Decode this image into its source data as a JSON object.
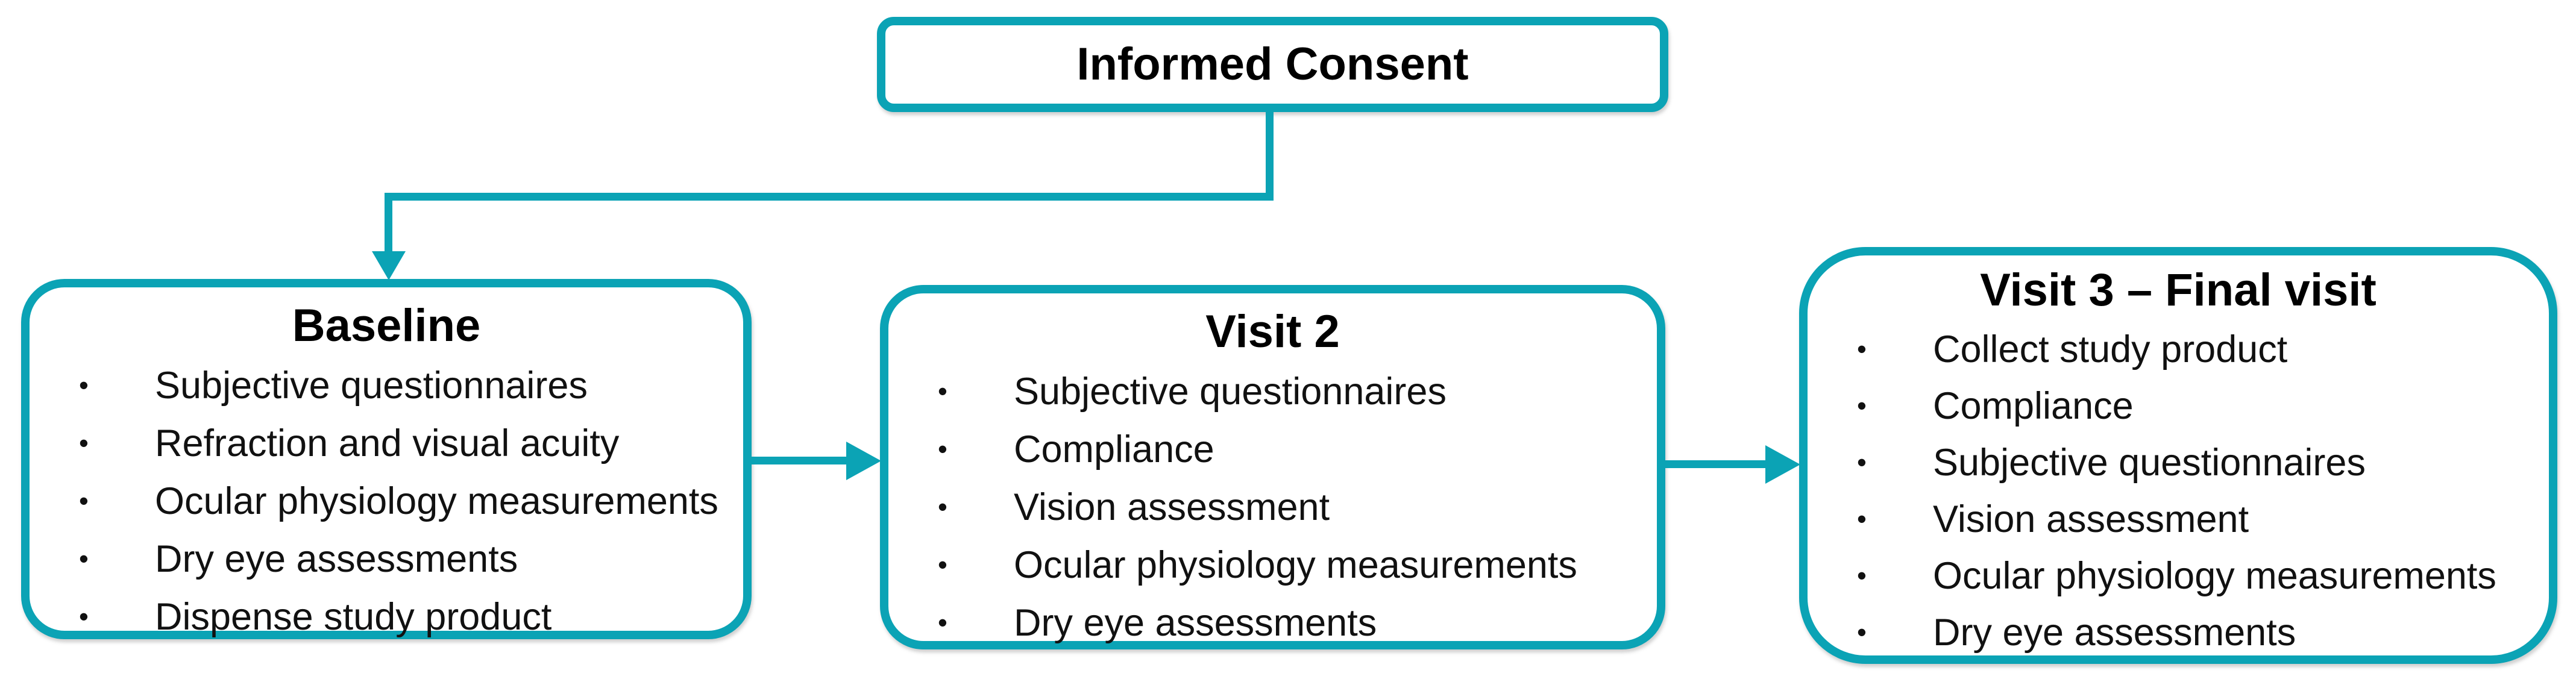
{
  "colors": {
    "accent_teal": "#0BA3B5",
    "text": "#000000",
    "background": "#FFFFFF"
  },
  "top_box": {
    "title": "Informed Consent"
  },
  "boxes": [
    {
      "title": "Baseline",
      "bullets": [
        "Subjective questionnaires",
        "Refraction and visual acuity",
        "Ocular physiology measurements",
        "Dry eye assessments",
        "Dispense study product"
      ]
    },
    {
      "title": "Visit 2",
      "bullets": [
        "Subjective questionnaires",
        "Compliance",
        "Vision assessment",
        "Ocular physiology measurements",
        "Dry eye assessments"
      ]
    },
    {
      "title": "Visit 3 – Final visit",
      "bullets": [
        "Collect study product",
        "Compliance",
        "Subjective questionnaires",
        "Vision assessment",
        "Ocular physiology measurements",
        "Dry eye assessments"
      ]
    }
  ]
}
